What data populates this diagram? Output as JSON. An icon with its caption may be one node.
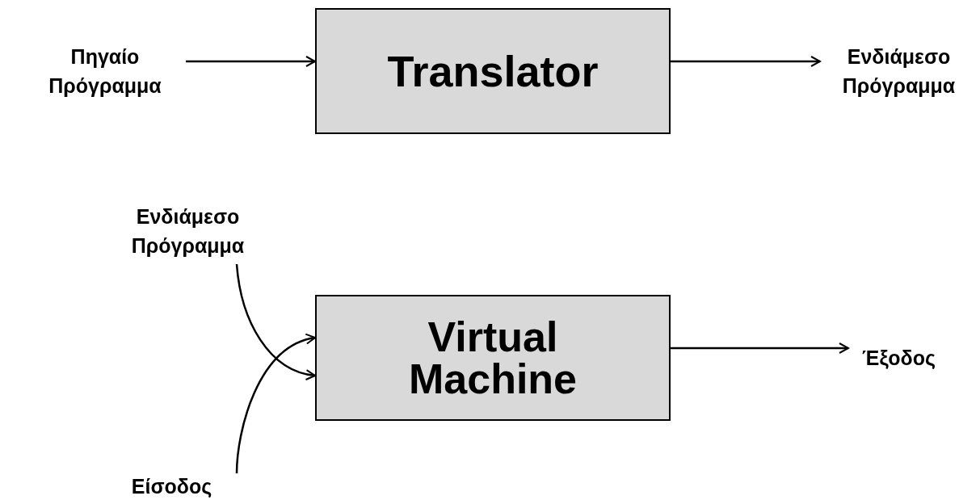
{
  "diagram": {
    "nodes": [
      {
        "text": [
          "Πηγαίο Πρόγραμμα"
        ]
      },
      {
        "text": [
          "Translator"
        ]
      },
      {
        "text": [
          "Ενδιάμεσο Πρόγραμμα"
        ]
      },
      {
        "text": [
          "Ενδιάμεσο Πρόγραμμα"
        ]
      },
      {
        "text": [
          "Virtual Machine"
        ]
      },
      {
        "text": [
          "Έξοδος"
        ]
      },
      {
        "text": [
          "Είσοδος"
        ]
      }
    ],
    "edges": [
      {
        "from": 0,
        "to": 1,
        "arrow": "to"
      },
      {
        "from": 1,
        "to": 2,
        "arrow": "to"
      },
      {
        "from": 3,
        "to": 4,
        "arrow": "to"
      },
      {
        "from": 6,
        "to": 4,
        "arrow": "to"
      },
      {
        "from": 4,
        "to": 5,
        "arrow": "to"
      }
    ]
  }
}
